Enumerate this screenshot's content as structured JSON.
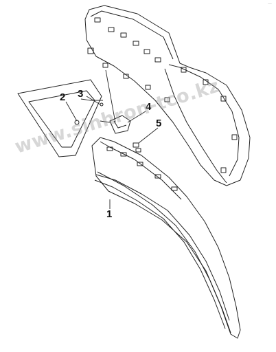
{
  "diagram": {
    "callouts": [
      {
        "id": "1",
        "label": "1"
      },
      {
        "id": "2",
        "label": "2"
      },
      {
        "id": "3",
        "label": "3"
      },
      {
        "id": "4",
        "label": "4"
      },
      {
        "id": "5",
        "label": "5"
      }
    ],
    "watermark": "www.sinhron-tco.kz",
    "corner_mark": "—"
  },
  "colors": {
    "line": "#222222",
    "fill": "#ffffff",
    "watermark": "#969696"
  }
}
